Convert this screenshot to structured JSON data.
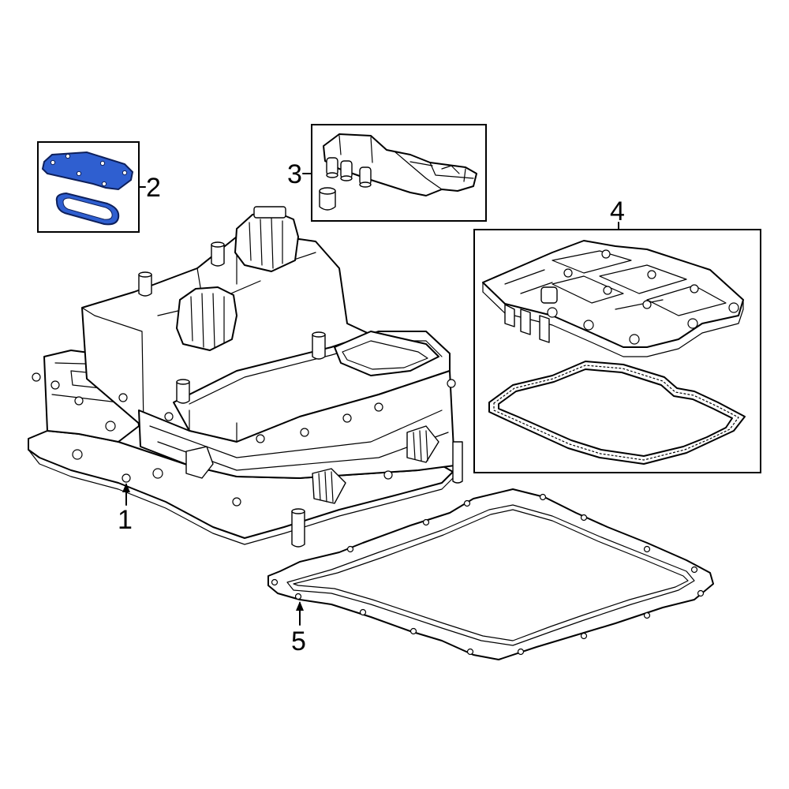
{
  "callouts": {
    "c1": "1",
    "c2": "2",
    "c3": "3",
    "c4": "4",
    "c5": "5"
  },
  "colors": {
    "highlight_fill": "#2f5fd0",
    "highlight_stroke": "#0d1f5a",
    "line": "#000000",
    "background": "#ffffff"
  },
  "parts": [
    {
      "callout": "1",
      "icon": "module-assembly-icon",
      "highlighted": false
    },
    {
      "callout": "2",
      "icon": "cover-and-seal-icon",
      "highlighted": true
    },
    {
      "callout": "3",
      "icon": "harness-bracket-icon",
      "highlighted": false
    },
    {
      "callout": "4",
      "icon": "valve-body-and-gasket-icon",
      "highlighted": false
    },
    {
      "callout": "5",
      "icon": "pan-gasket-icon",
      "highlighted": false
    }
  ]
}
